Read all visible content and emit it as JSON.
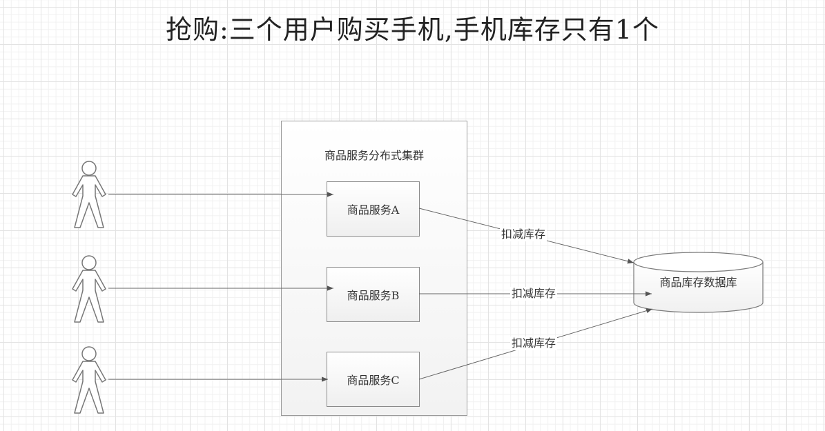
{
  "title": "抢购:三个用户购买手机,手机库存只有1个",
  "cluster": {
    "label": "商品服务分布式集群"
  },
  "services": [
    {
      "label": "商品服务A"
    },
    {
      "label": "商品服务B"
    },
    {
      "label": "商品服务C"
    }
  ],
  "database": {
    "label": "商品库存数据库"
  },
  "edges": [
    {
      "label": "扣减库存"
    },
    {
      "label": "扣减库存"
    },
    {
      "label": "扣减库存"
    }
  ],
  "icons": {
    "actor": "user-actor-icon",
    "database": "database-cylinder-icon"
  }
}
